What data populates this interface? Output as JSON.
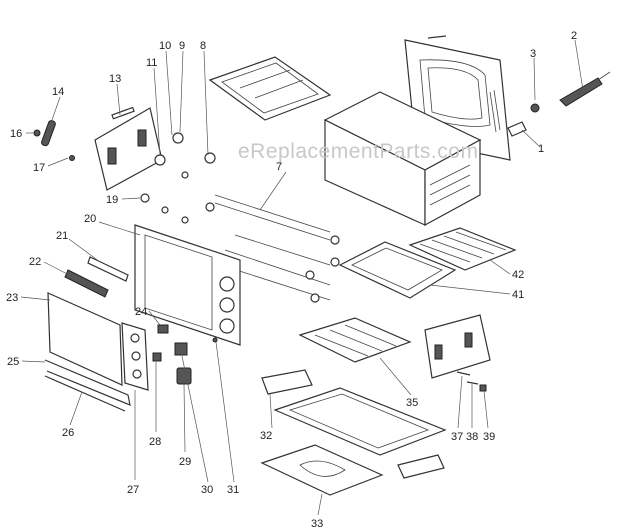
{
  "watermark": "eReplacementParts.com",
  "callouts": {
    "c1": "1",
    "c2": "2",
    "c3": "3",
    "c7": "7",
    "c8": "8",
    "c9": "9",
    "c10": "10",
    "c11": "11",
    "c13": "13",
    "c14": "14",
    "c16": "16",
    "c17": "17",
    "c19": "19",
    "c20": "20",
    "c21": "21",
    "c22": "22",
    "c23": "23",
    "c24": "24",
    "c25": "25",
    "c26": "26",
    "c27": "27",
    "c28": "28",
    "c29": "29",
    "c30": "30",
    "c31": "31",
    "c32": "32",
    "c33": "33",
    "c35": "35",
    "c37": "37",
    "c38": "38",
    "c39": "39",
    "c41": "41",
    "c42": "42"
  }
}
